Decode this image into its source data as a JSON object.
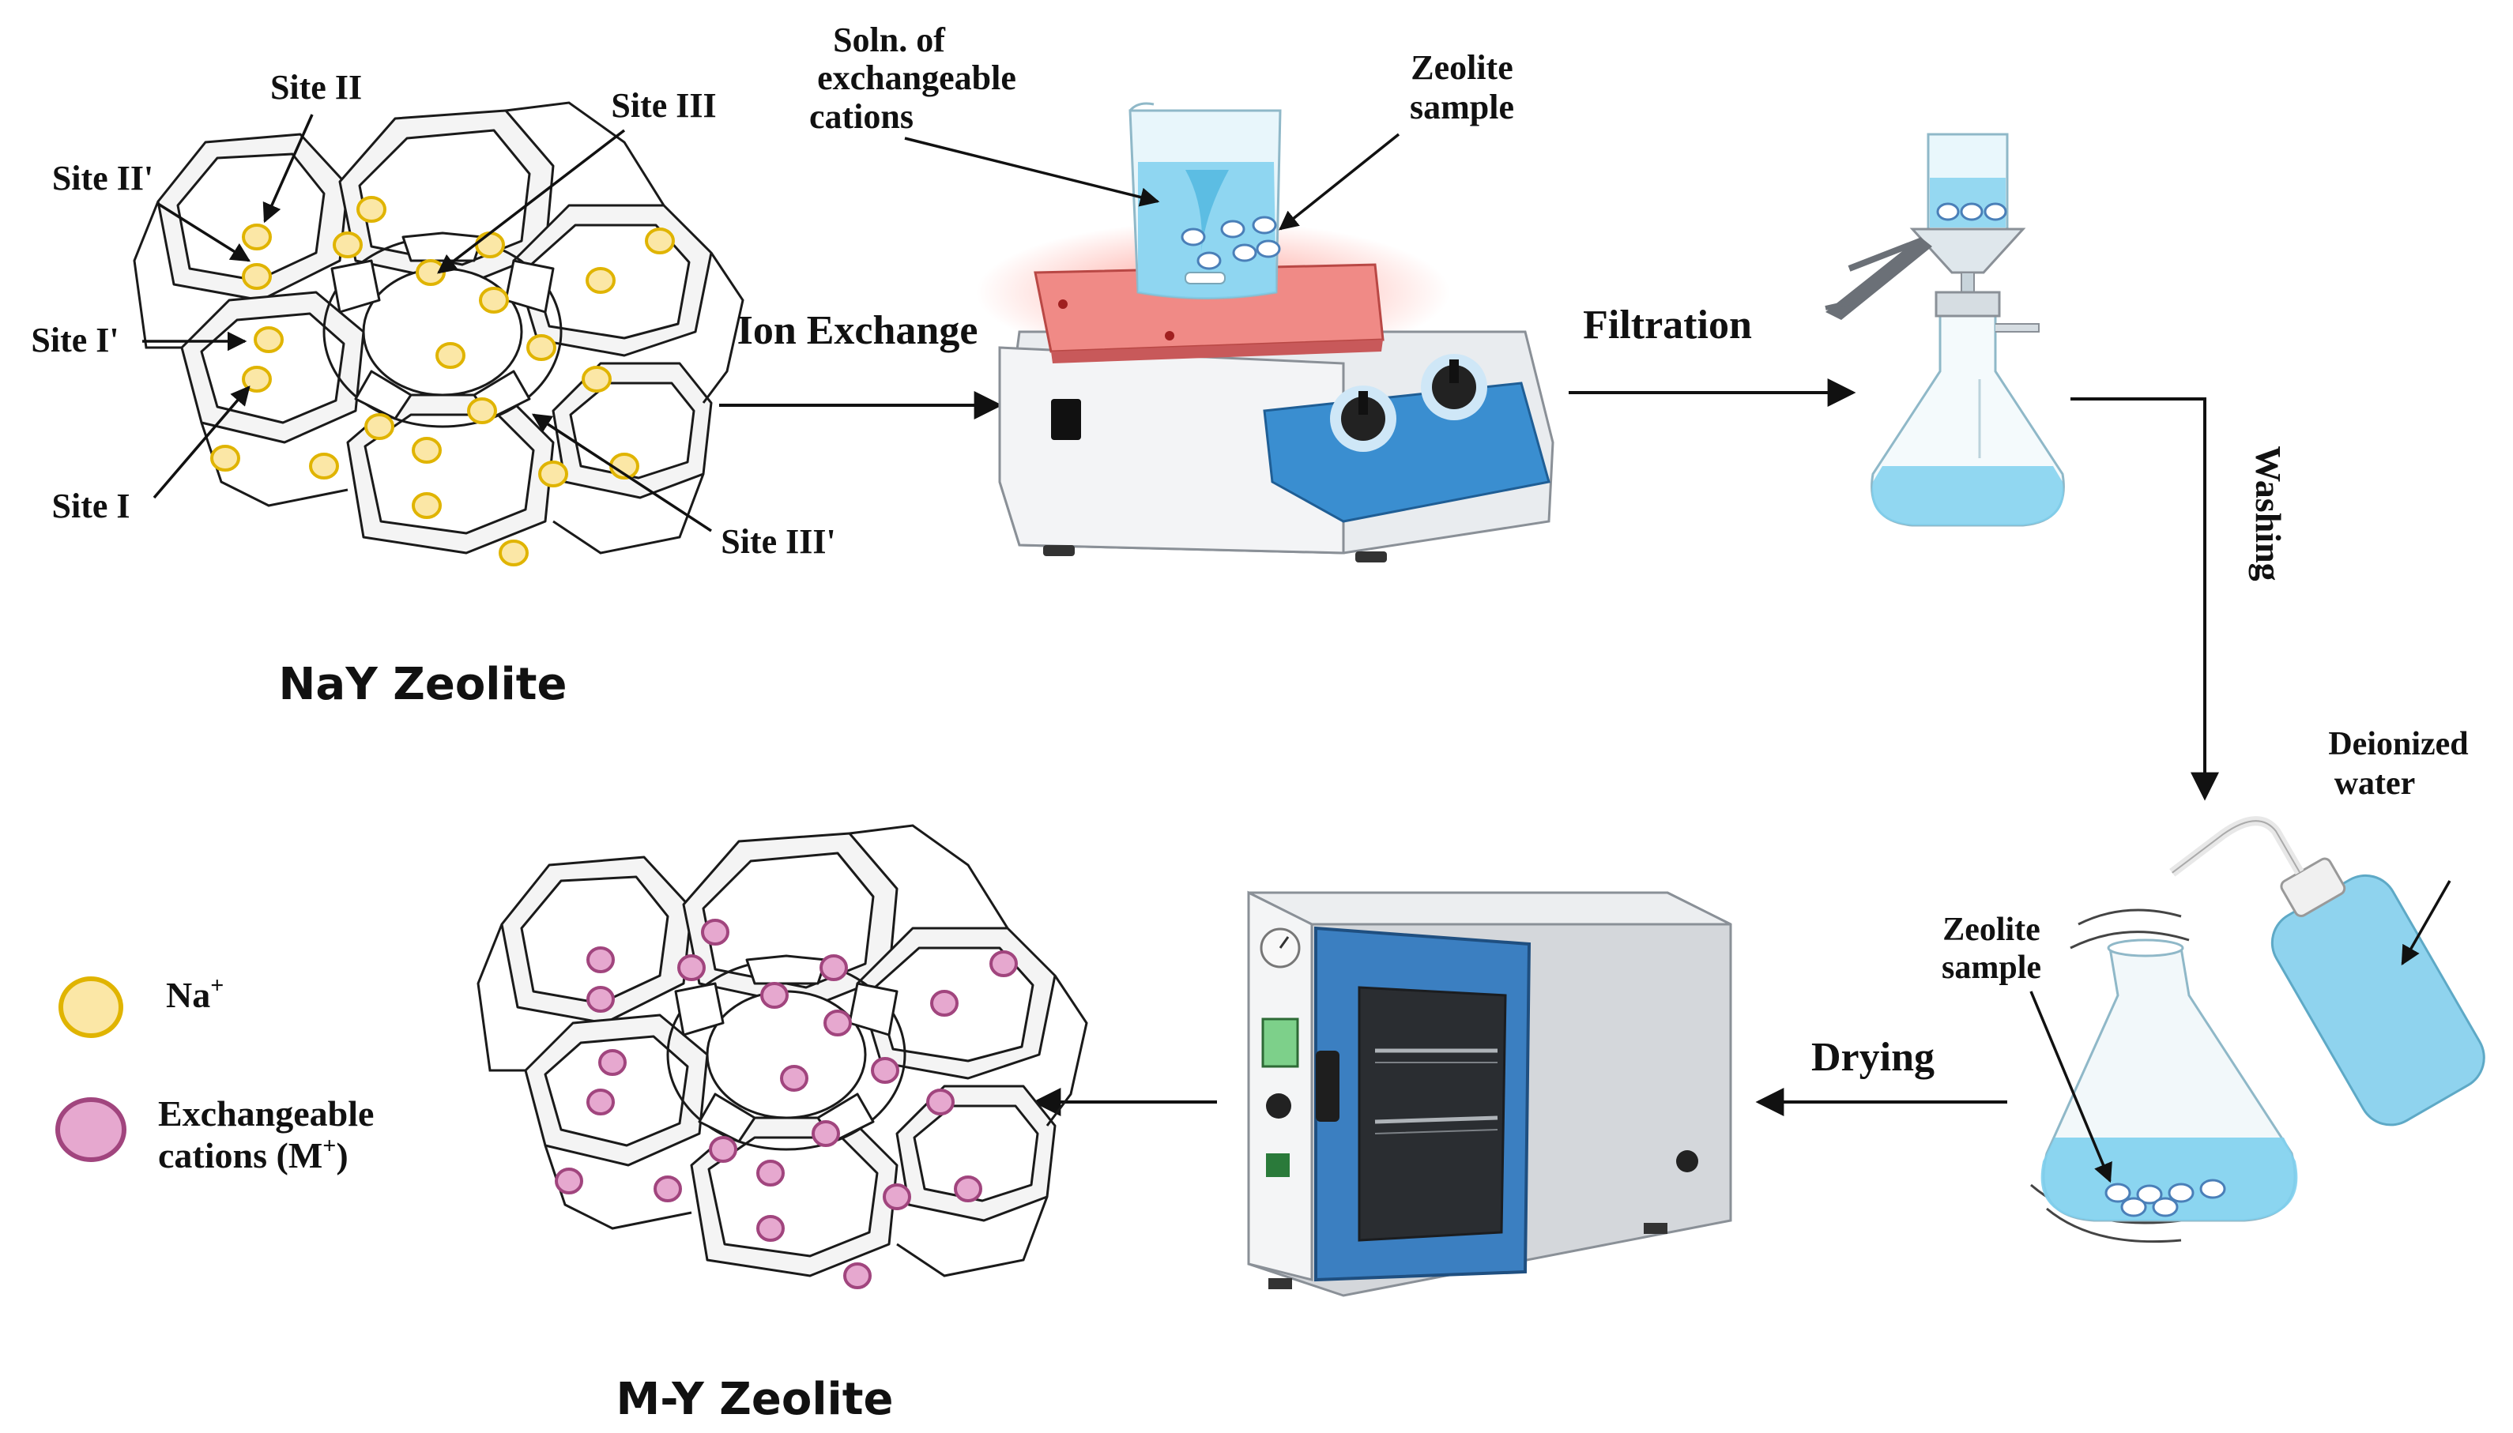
{
  "labels": {
    "site_ii": "Site II",
    "site_iii": "Site III",
    "site_ii_prime": "Site II'",
    "site_i_prime": "Site I'",
    "site_i": "Site I",
    "site_iii_prime": "Site III'",
    "soln_line1": "Soln. of",
    "soln_line2": "exchangeable",
    "soln_line3": "cations",
    "zeolite_sample_top_line1": "Zeolite",
    "zeolite_sample_top_line2": "sample",
    "ion_exchange": "Ion Exchange",
    "filtration": "Filtration",
    "washing": "Washing",
    "deionized_line1": "Deionized",
    "deionized_line2": "water",
    "zeolite_sample_bottom_line1": "Zeolite",
    "zeolite_sample_bottom_line2": "sample",
    "drying": "Drying",
    "nay_zeolite": "NaY Zeolite",
    "my_zeolite": "M-Y Zeolite",
    "legend_na": "Na",
    "legend_na_sup": "+",
    "legend_exch_line1": "Exchangeable",
    "legend_exch_line2_a": "cations (M",
    "legend_exch_line2_sup": "+",
    "legend_exch_line2_b": ")"
  },
  "colors": {
    "na_fill": "#fbe7a6",
    "na_stroke": "#e0b400",
    "m_fill": "#e6a8cf",
    "m_stroke": "#a1457e",
    "liquid": "#7fd0ee",
    "hotplate_top": "#f08a86",
    "panel_blue": "#3a8ed0",
    "oven_door": "#3b7fc1"
  }
}
